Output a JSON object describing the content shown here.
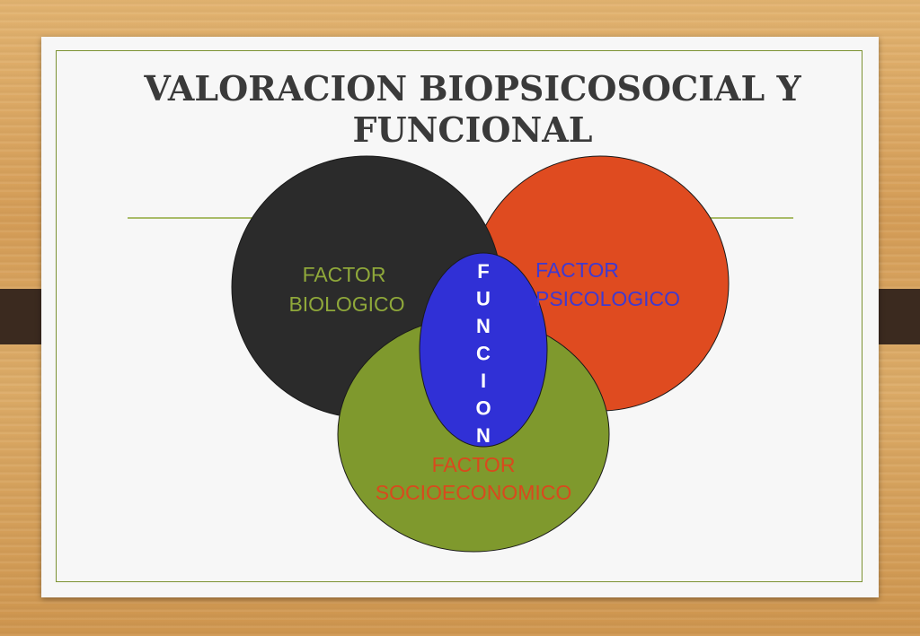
{
  "slide": {
    "title_line1": "VALORACION BIOPSICOSOCIAL Y",
    "title_line2": "FUNCIONAL"
  },
  "diagram": {
    "biologico": {
      "line1": "FACTOR",
      "line2": "BIOLOGICO",
      "fill": "#2b2b2b",
      "text_color": "#8fa83a"
    },
    "psicologico": {
      "line1": "FACTOR",
      "line2": "PSICOLOGICO",
      "fill": "#df4b20",
      "text_color": "#3f3ad0"
    },
    "socioeconomico": {
      "line1": "FACTOR",
      "line2": "SOCIOECONOMICO",
      "fill": "#7f992d",
      "text_color": "#d9491d"
    },
    "funcion": {
      "letters": [
        "F",
        "U",
        "N",
        "C",
        "I",
        "O",
        "N"
      ],
      "fill": "#3030d6",
      "text_color": "#ffffff"
    }
  },
  "colors": {
    "frame_line": "#7c9232",
    "title_text": "#3a3a3a",
    "clip": "#3b2a1f"
  }
}
